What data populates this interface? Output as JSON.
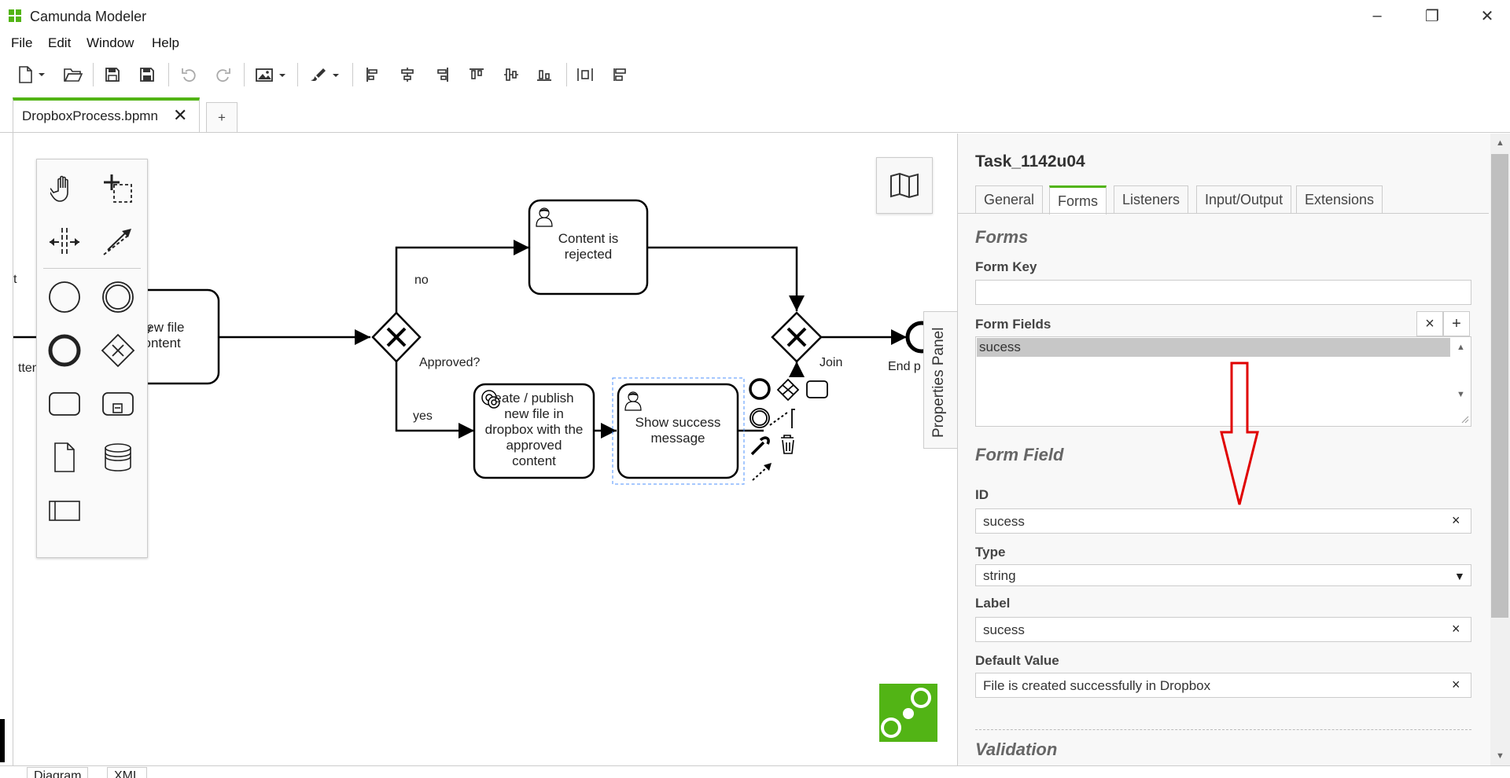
{
  "window": {
    "title": "Camunda Modeler",
    "minimize_glyph": "–",
    "restore_glyph": "❐",
    "close_glyph": "✕"
  },
  "menu": [
    "File",
    "Edit",
    "Window",
    "Help"
  ],
  "toolbar": {
    "icons": [
      "new-file-icon",
      "open-file-icon",
      "save-icon",
      "save-as-icon",
      "undo-icon",
      "redo-icon",
      "export-image-icon",
      "color-brush-icon",
      "align-left-icon",
      "align-center-icon",
      "align-right-icon",
      "align-top-icon",
      "align-middle-icon",
      "align-bottom-icon",
      "distribute-horizontal-icon",
      "distribute-vertical-icon"
    ]
  },
  "file_tab": {
    "label": "DropboxProcess.bpmn",
    "close_glyph": "✕",
    "add_glyph": "+"
  },
  "diagram": {
    "left_labels": [
      "tten",
      "t"
    ],
    "tasks": {
      "review": "view file\ncontent",
      "rejected": "Content is\nrejected",
      "create": "eate / publish\nnew file in\ndropbox with the\napproved\ncontent",
      "success": "Show success\nmessage"
    },
    "gateway_labels": {
      "approved": "Approved?",
      "join": "Join"
    },
    "flow_labels": {
      "no": "no",
      "yes": "yes"
    },
    "end_label": "End p",
    "gateway_glyph": "X"
  },
  "properties_toggle": "Properties Panel",
  "panel": {
    "title": "Task_1142u04",
    "tabs": [
      "General",
      "Forms",
      "Listeners",
      "Input/Output",
      "Extensions"
    ],
    "active_tab": "Forms",
    "forms_heading": "Forms",
    "form_key_label": "Form Key",
    "form_key_value": "",
    "form_fields_label": "Form Fields",
    "form_fields_items": [
      "sucess"
    ],
    "remove_glyph": "×",
    "add_glyph": "+",
    "form_field_heading": "Form Field",
    "id_label": "ID",
    "id_value": "sucess",
    "type_label": "Type",
    "type_value": "string",
    "label_label": "Label",
    "label_value": "sucess",
    "default_label": "Default Value",
    "default_value": "File is created successfully in Dropbox",
    "clear_glyph": "×",
    "select_arrow": "▼",
    "validation_heading": "Validation"
  },
  "bottom_tabs": [
    "Diagram",
    "XML"
  ],
  "colors": {
    "accent": "#52b415",
    "annotation_arrow": "#e00000",
    "selection": "#4d90fe"
  }
}
